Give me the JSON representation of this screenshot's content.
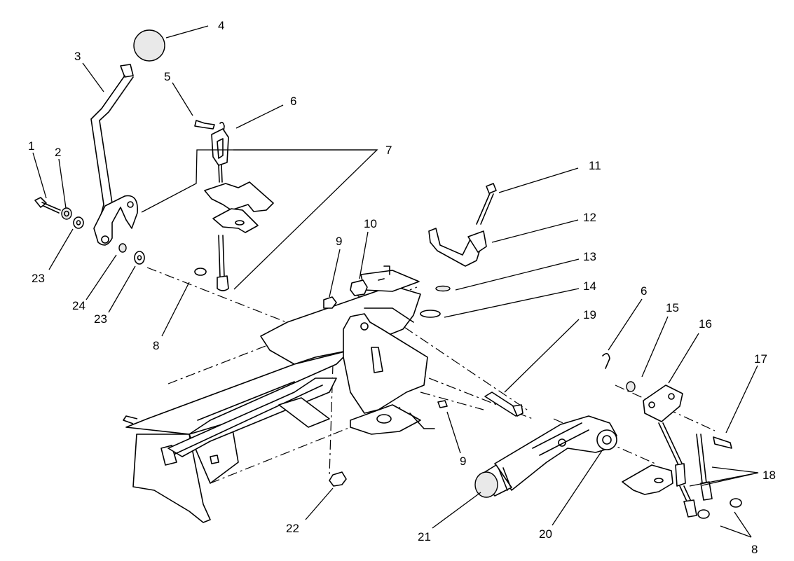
{
  "callouts": [
    {
      "id": "c1",
      "label": "1"
    },
    {
      "id": "c2",
      "label": "2"
    },
    {
      "id": "c3",
      "label": "3"
    },
    {
      "id": "c4",
      "label": "4"
    },
    {
      "id": "c5",
      "label": "5"
    },
    {
      "id": "c6a",
      "label": "6"
    },
    {
      "id": "c7",
      "label": "7"
    },
    {
      "id": "c8a",
      "label": "8"
    },
    {
      "id": "c9a",
      "label": "9"
    },
    {
      "id": "c10",
      "label": "10"
    },
    {
      "id": "c11",
      "label": "11"
    },
    {
      "id": "c12",
      "label": "12"
    },
    {
      "id": "c13",
      "label": "13"
    },
    {
      "id": "c14",
      "label": "14"
    },
    {
      "id": "c19",
      "label": "19"
    },
    {
      "id": "c6b",
      "label": "6"
    },
    {
      "id": "c15",
      "label": "15"
    },
    {
      "id": "c16",
      "label": "16"
    },
    {
      "id": "c17",
      "label": "17"
    },
    {
      "id": "c18",
      "label": "18"
    },
    {
      "id": "c8b",
      "label": "8"
    },
    {
      "id": "c20",
      "label": "20"
    },
    {
      "id": "c21",
      "label": "21"
    },
    {
      "id": "c22",
      "label": "22"
    },
    {
      "id": "c9b",
      "label": "9"
    },
    {
      "id": "c23a",
      "label": "23"
    },
    {
      "id": "c24",
      "label": "24"
    },
    {
      "id": "c23b",
      "label": "23"
    }
  ]
}
